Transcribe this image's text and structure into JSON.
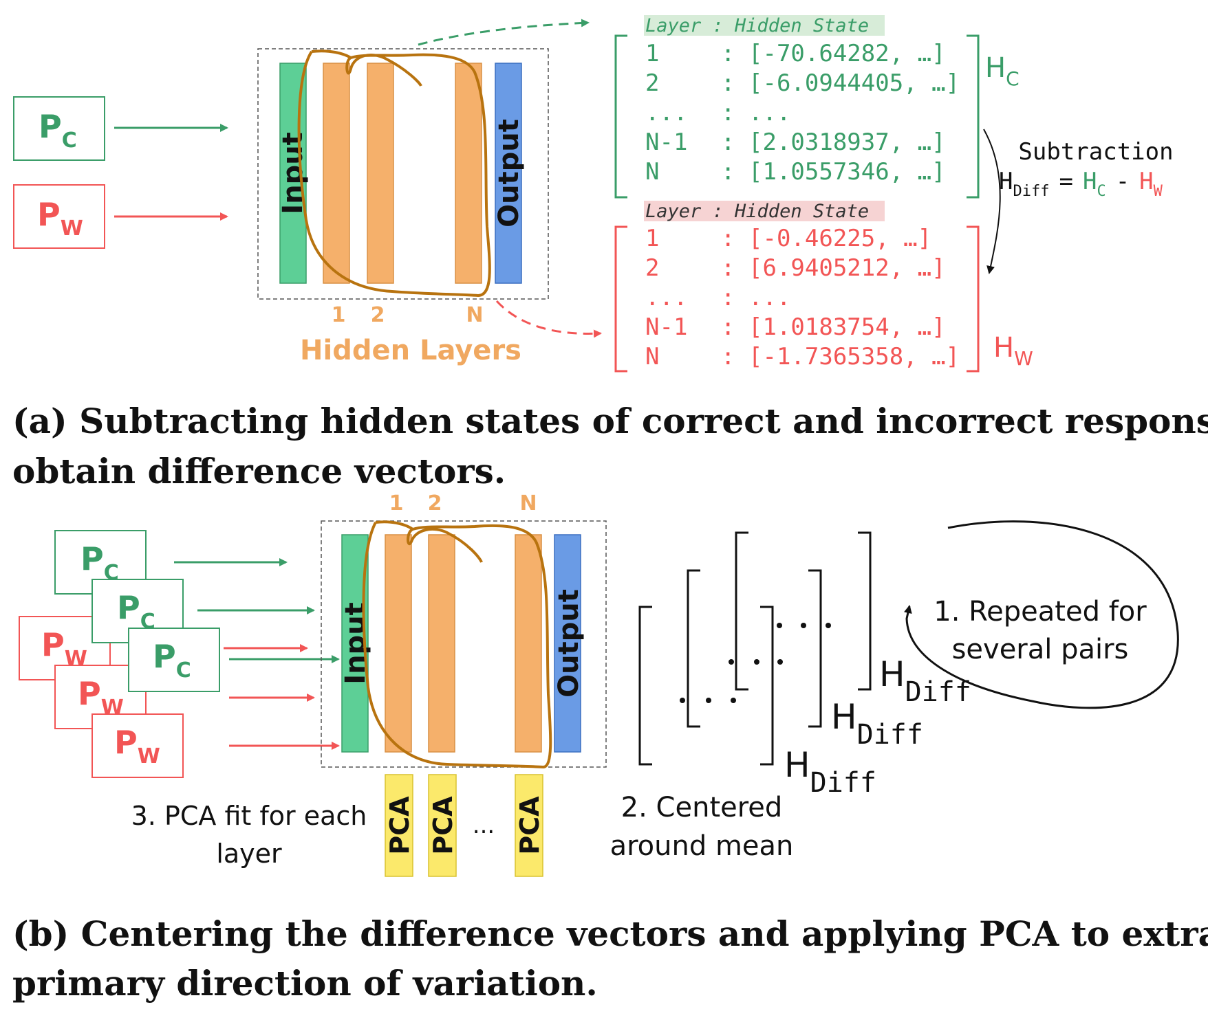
{
  "colors": {
    "green": "#3a9d68",
    "red": "#f25555",
    "orange": "#f5b06b",
    "orange_text": "#f0a860",
    "blue": "#6a9be5",
    "input_green": "#5dcf96",
    "yellow": "#fbe96b",
    "brown": "#b8730f",
    "green_highlight": "#d7ecd8",
    "red_highlight": "#f6d3d3"
  },
  "icons": {
    "scribble": "brown-loop-scribble",
    "arrow": "arrow-icon",
    "bracket": "matrix-bracket"
  },
  "panel_a": {
    "prompt_correct": "P",
    "prompt_correct_sub": "C",
    "prompt_wrong": "P",
    "prompt_wrong_sub": "W",
    "input_label": "Input",
    "output_label": "Output",
    "layer_numbers": [
      "1",
      "2",
      "N"
    ],
    "hidden_layers_label": "Hidden Layers",
    "correct_table": {
      "header": "Layer : Hidden State",
      "rows": [
        {
          "layer": "1",
          "sep": ":",
          "value": "[-70.64282, …]"
        },
        {
          "layer": "2",
          "sep": ":",
          "value": "[-6.0944405, …]"
        },
        {
          "layer": "...",
          "sep": ":",
          "value": "..."
        },
        {
          "layer": "N-1",
          "sep": ":",
          "value": "[2.0318937, …]"
        },
        {
          "layer": "N",
          "sep": ":",
          "value": "[1.0557346, …]"
        }
      ],
      "label": "H",
      "label_sub": "C"
    },
    "wrong_table": {
      "header": "Layer : Hidden State",
      "rows": [
        {
          "layer": "1",
          "sep": ":",
          "value": "[-0.46225, …]"
        },
        {
          "layer": "2",
          "sep": ":",
          "value": "[6.9405212, …]"
        },
        {
          "layer": "...",
          "sep": ":",
          "value": "..."
        },
        {
          "layer": "N-1",
          "sep": ":",
          "value": "[1.0183754, …]"
        },
        {
          "layer": "N",
          "sep": ":",
          "value": "[-1.7365358, …]"
        }
      ],
      "label": "H",
      "label_sub": "W"
    },
    "subtraction_label": "Subtraction",
    "equation": {
      "lhs": "H",
      "lhs_sub": "Diff",
      "eq": "=",
      "t1": "H",
      "t1_sub": "C",
      "minus": "-",
      "t2": "H",
      "t2_sub": "W"
    },
    "caption_line1": "(a) Subtracting hidden states of correct and incorrect responses to",
    "caption_line2": "obtain difference vectors."
  },
  "panel_b": {
    "prompt_c": "P",
    "prompt_c_sub": "C",
    "prompt_w": "P",
    "prompt_w_sub": "W",
    "layer_numbers": [
      "1",
      "2",
      "N"
    ],
    "input_label": "Input",
    "output_label": "Output",
    "pca_label": "PCA",
    "pca_ellipsis": "...",
    "pca_note_line1": "3. PCA fit for each",
    "pca_note_line2": "layer",
    "centered_line1": "2. Centered",
    "centered_line2": "around mean",
    "repeated_line1": "1. Repeated for",
    "repeated_line2": "several pairs",
    "hdiff": "H",
    "hdiff_sub": "Diff",
    "caption_line1": "(b) Centering the difference vectors and applying PCA to extract the",
    "caption_line2": "primary direction of variation."
  }
}
